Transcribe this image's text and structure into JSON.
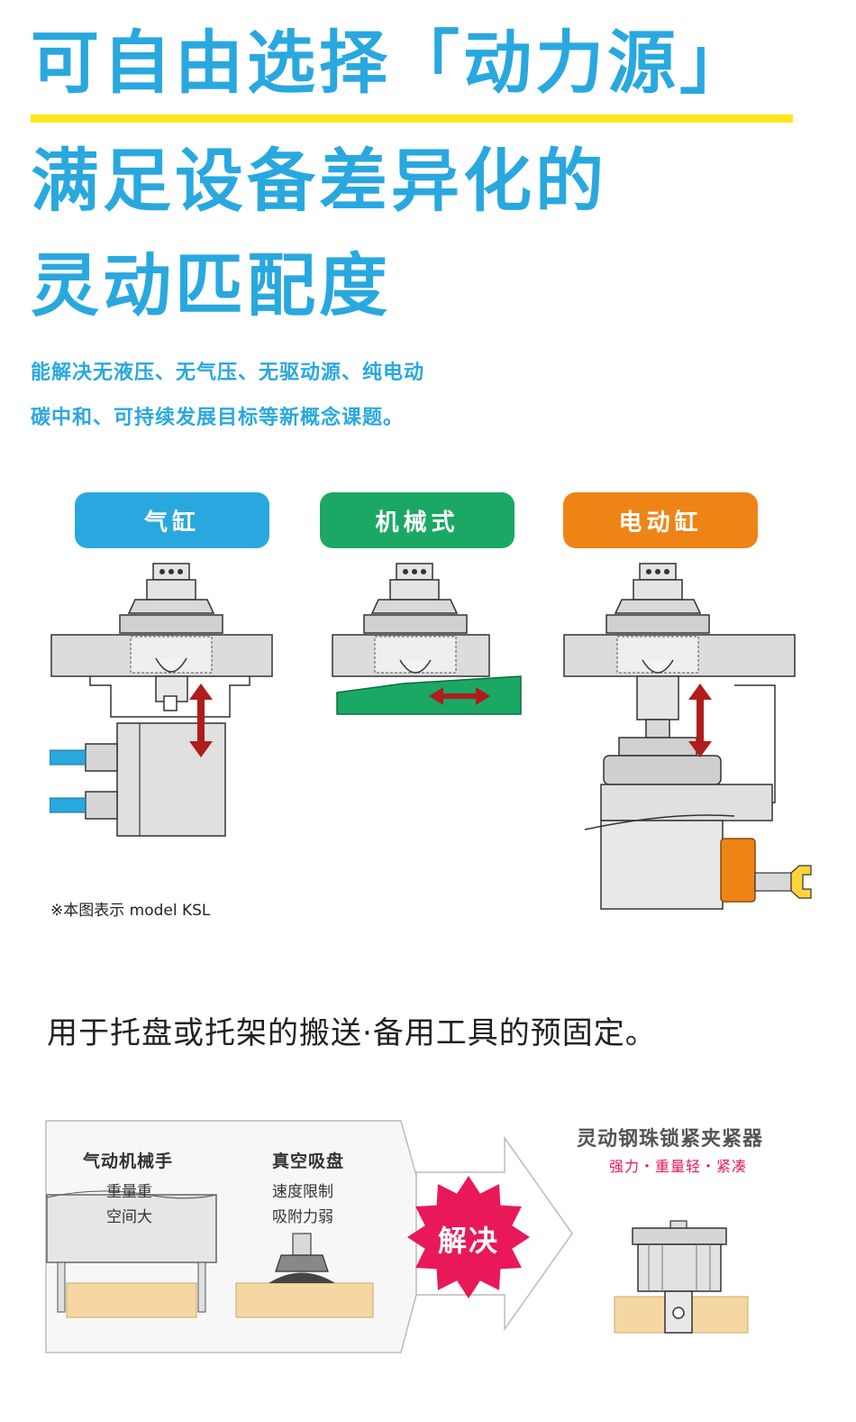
{
  "headline": {
    "line1": "可自由选择「动力源」",
    "line2": "满足设备差异化的",
    "line3": "灵动匹配度",
    "accent_color": "#29a8df",
    "underline_color": "#ffe61b"
  },
  "subtitle": {
    "line1": "能解决无液压、无气压、无驱动源、纯电动",
    "line2": "碳中和、可持续发展目标等新概念课题。"
  },
  "power_sources": [
    {
      "label": "气缸",
      "color": "#29a8df"
    },
    {
      "label": "机械式",
      "color": "#1ba865"
    },
    {
      "label": "电动缸",
      "color": "#ee8416"
    }
  ],
  "diagram_note": "※本图表示 model KSL",
  "tagline": "用于托盘或托架的搬送·备用工具的预固定。",
  "comparison": {
    "gripper": {
      "title": "气动机械手",
      "points": [
        "重量重",
        "空间大"
      ]
    },
    "suction": {
      "title": "真空吸盘",
      "points": [
        "速度限制",
        "吸附力弱"
      ]
    },
    "solve_badge": "解决",
    "solve_color": "#e8185a",
    "product": {
      "title": "灵动钢珠锁紧夹紧器",
      "features": "强力・重量轻・紧凑",
      "feature_color": "#e8185a"
    }
  }
}
